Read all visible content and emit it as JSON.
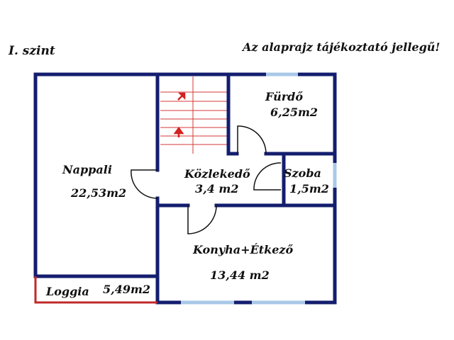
{
  "header": {
    "level": "I. szint",
    "disclaimer": "Az alaprajz tájékoztató jellegű!"
  },
  "rooms": [
    {
      "name": "Nappali",
      "area": "22,53m2"
    },
    {
      "name": "Fürdő",
      "area": "6,25m2"
    },
    {
      "name": "Közlekedő",
      "area": "3,4 m2"
    },
    {
      "name": "Szoba",
      "area": "1,5m2"
    },
    {
      "name": "Konyha+Étkező",
      "area": "13,44 m2"
    },
    {
      "name": "Loggia",
      "area": "5,49m2"
    }
  ],
  "colors": {
    "wall": "#141e6e",
    "window": "#a8c8e6",
    "stairs": "#d43a3a",
    "loggia": "#c0282a"
  }
}
